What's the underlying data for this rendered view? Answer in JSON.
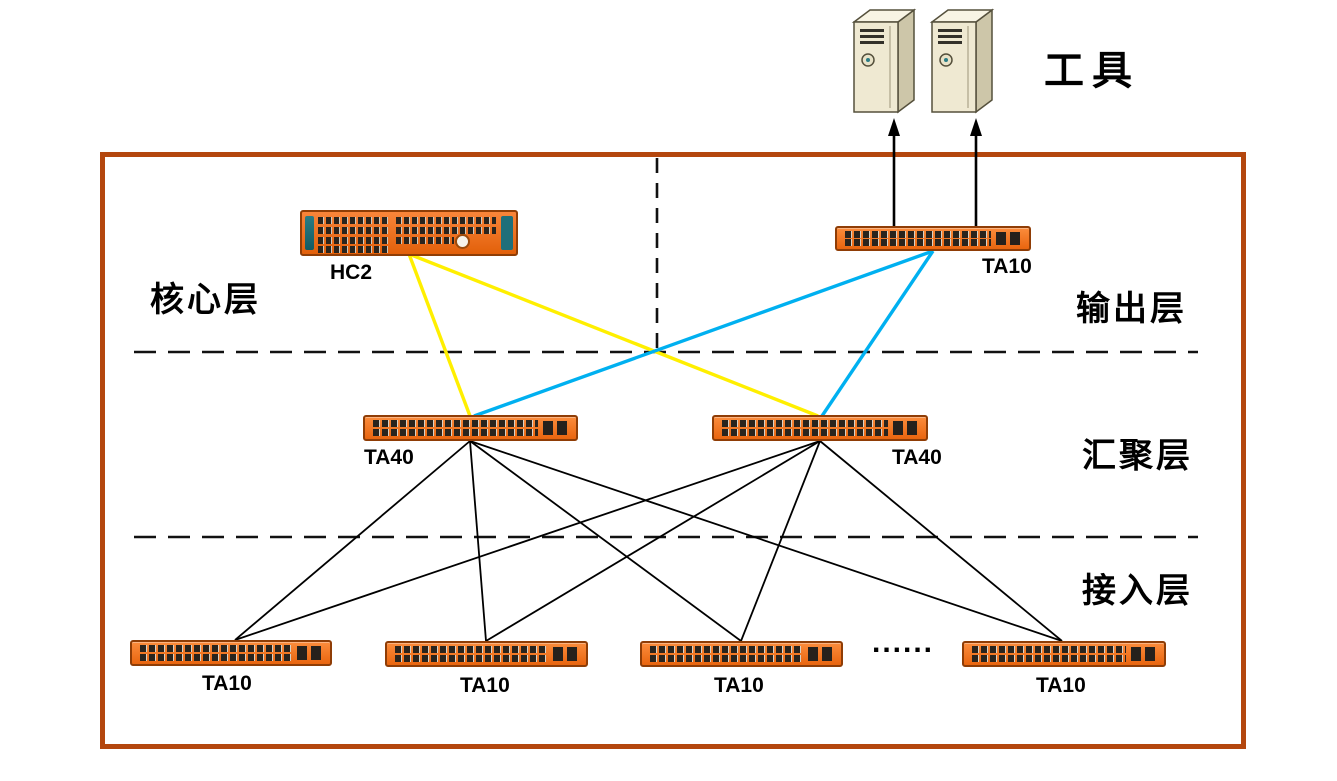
{
  "diagram": {
    "tools_label": "工具",
    "layers": {
      "core": "核心层",
      "output": "输出层",
      "aggregation": "汇聚层",
      "access": "接入层"
    },
    "devices": {
      "hc2": "HC2",
      "output_switch": "TA10",
      "agg_left": "TA40",
      "agg_right": "TA40",
      "access1": "TA10",
      "access2": "TA10",
      "access3": "TA10",
      "access4": "TA10"
    },
    "ellipsis": "......",
    "colors": {
      "frame_border": "#b4470e",
      "switch_orange": "#f3731d",
      "link_yellow": "#ffef00",
      "link_cyan": "#00b0f0",
      "link_black": "#000000",
      "server_face": "#efe9d2",
      "brand_teal": "#1f6f7a"
    }
  }
}
